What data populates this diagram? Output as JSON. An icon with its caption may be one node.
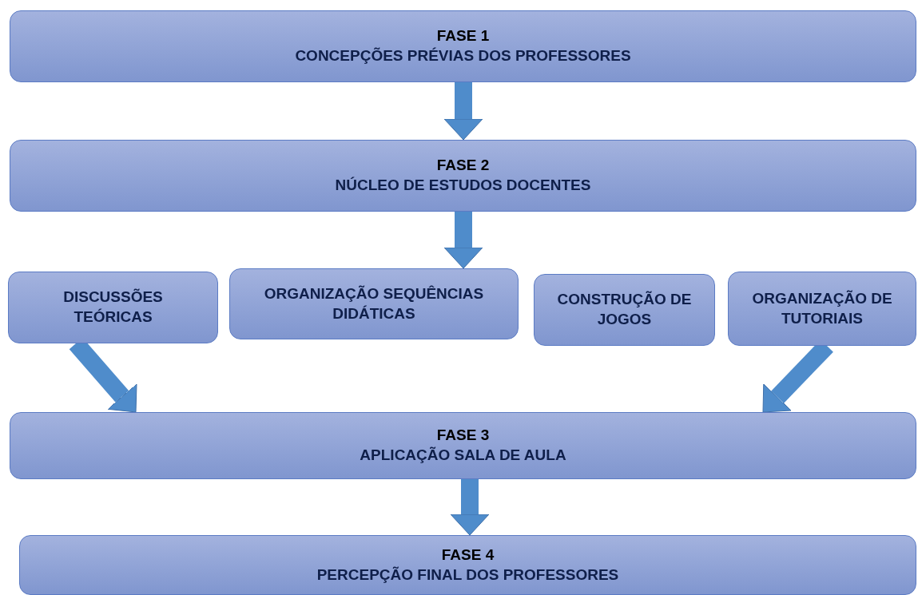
{
  "diagram": {
    "nodes": [
      {
        "text": [
          "FASE 1",
          "CONCEPÇÕES PRÉVIAS DOS PROFESSORES"
        ]
      },
      {
        "text": [
          "FASE 2",
          "NÚCLEO DE ESTUDOS DOCENTES"
        ]
      },
      {
        "text": [
          "DISCUSSÕES TEÓRICAS"
        ]
      },
      {
        "text": [
          "ORGANIZAÇÃO SEQUÊNCIAS DIDÁTICAS"
        ]
      },
      {
        "text": [
          "CONSTRUÇÃO DE JOGOS"
        ]
      },
      {
        "text": [
          "ORGANIZAÇÃO DE TUTORIAIS"
        ]
      },
      {
        "text": [
          "FASE 3",
          "APLICAÇÃO SALA DE AULA"
        ]
      },
      {
        "text": [
          "FASE 4",
          "PERCEPÇÃO FINAL DOS PROFESSORES"
        ]
      }
    ],
    "edges": [
      {
        "from": 0,
        "to": 1,
        "arrow": "to"
      },
      {
        "from": 1,
        "to": 3,
        "arrow": "to"
      },
      {
        "from": 2,
        "to": 6,
        "arrow": "to"
      },
      {
        "from": 5,
        "to": 6,
        "arrow": "to"
      },
      {
        "from": 6,
        "to": 7,
        "arrow": "to"
      }
    ]
  }
}
